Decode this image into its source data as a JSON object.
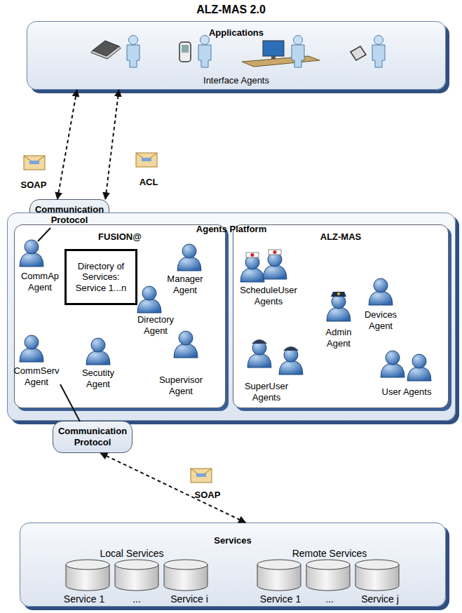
{
  "diagram": {
    "title": "ALZ-MAS 2.0",
    "nodes": [
      {
        "text": [
          "Applications",
          "Interface Agents"
        ]
      },
      {
        "text": [
          "Communication Protocol"
        ]
      },
      {
        "text": [
          "Agents Platform"
        ]
      },
      {
        "text": [
          "FUSION@"
        ],
        "in": 2
      },
      {
        "text": [
          "Directory of Services: Service 1...n"
        ],
        "in": 3
      },
      {
        "text": [
          "ALZ-MAS"
        ],
        "in": 2
      },
      {
        "text": [
          "Communication Protocol"
        ]
      },
      {
        "text": [
          "Services"
        ]
      }
    ],
    "edges": [
      {
        "from": 1,
        "to": 0,
        "arrow": "both",
        "label": "SOAP"
      },
      {
        "from": 1,
        "to": 0,
        "arrow": "both",
        "label": "ACL"
      },
      {
        "from": 6,
        "to": 7,
        "arrow": "both",
        "label": "SOAP"
      }
    ],
    "labels": [
      "CommAp Agent",
      "Directory Agent",
      "Manager Agent",
      "CommServ Agent",
      "Secutity Agent",
      "Supervisor Agent",
      "ScheduleUser Agents",
      "Admin Agent",
      "Devices Agent",
      "SuperUser Agents",
      "User Agents",
      "Local Services",
      "Remote Services",
      "Service 1",
      "...",
      "Service i",
      "Service 1",
      "...",
      "Service j"
    ]
  }
}
